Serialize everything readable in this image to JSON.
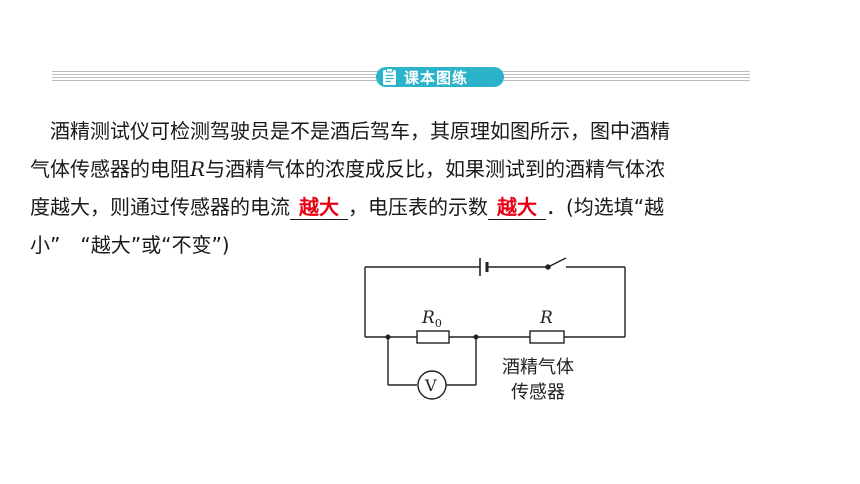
{
  "header": {
    "badge_label": "课本图练",
    "badge_icon": "clipboard-icon",
    "accent": "#2ab3c9"
  },
  "question": {
    "line1": "酒精测试仪可检测驾驶员是不是酒后驾车，其原理如图所示，图中酒精",
    "line2_a": "气体传感器的电阻",
    "line2_var": "R",
    "line2_b": "与酒精气体的浓度成反比，如果测试到的酒精气体浓",
    "line3_a": "度越大，则通过传感器的电流",
    "answer1": "越大",
    "line3_b": "，电压表的示数",
    "answer2": "越大",
    "line3_c": "．(均选填“越",
    "line4": "小”　“越大”或“不变”)",
    "answer_color": "#e60012"
  },
  "circuit": {
    "r0_label": "R",
    "r0_sub": "0",
    "r_label": "R",
    "voltmeter_label": "V",
    "sensor_line1": "酒精气体",
    "sensor_line2": "传感器"
  }
}
